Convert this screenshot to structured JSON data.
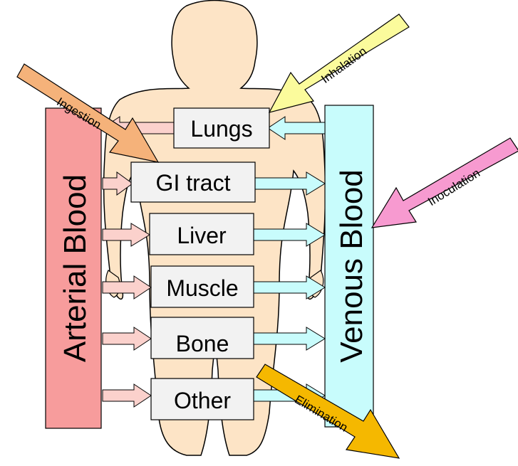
{
  "blood": {
    "arterial": "Arterial Blood",
    "venous": "Venous Blood"
  },
  "organs": {
    "lungs": "Lungs",
    "gi": "GI tract",
    "liver": "Liver",
    "muscle": "Muscle",
    "bone": "Bone",
    "other": "Other"
  },
  "routes": {
    "ingestion": "Ingestion",
    "inhalation": "Inhalation",
    "inoculation": "Inoculation",
    "elimination": "Elimination"
  },
  "colors": {
    "body": "#fde4c6",
    "arterial": "#f79c9c",
    "venous": "#c8fcfc",
    "organ_box": "#f2f2f2",
    "arterial_arrow": "#fbd1cc",
    "venous_arrow": "#c8fcfc",
    "ingestion": "#f5b27a",
    "inhalation": "#fbfb9c",
    "inoculation": "#f79ad0",
    "elimination": "#f5b800"
  }
}
